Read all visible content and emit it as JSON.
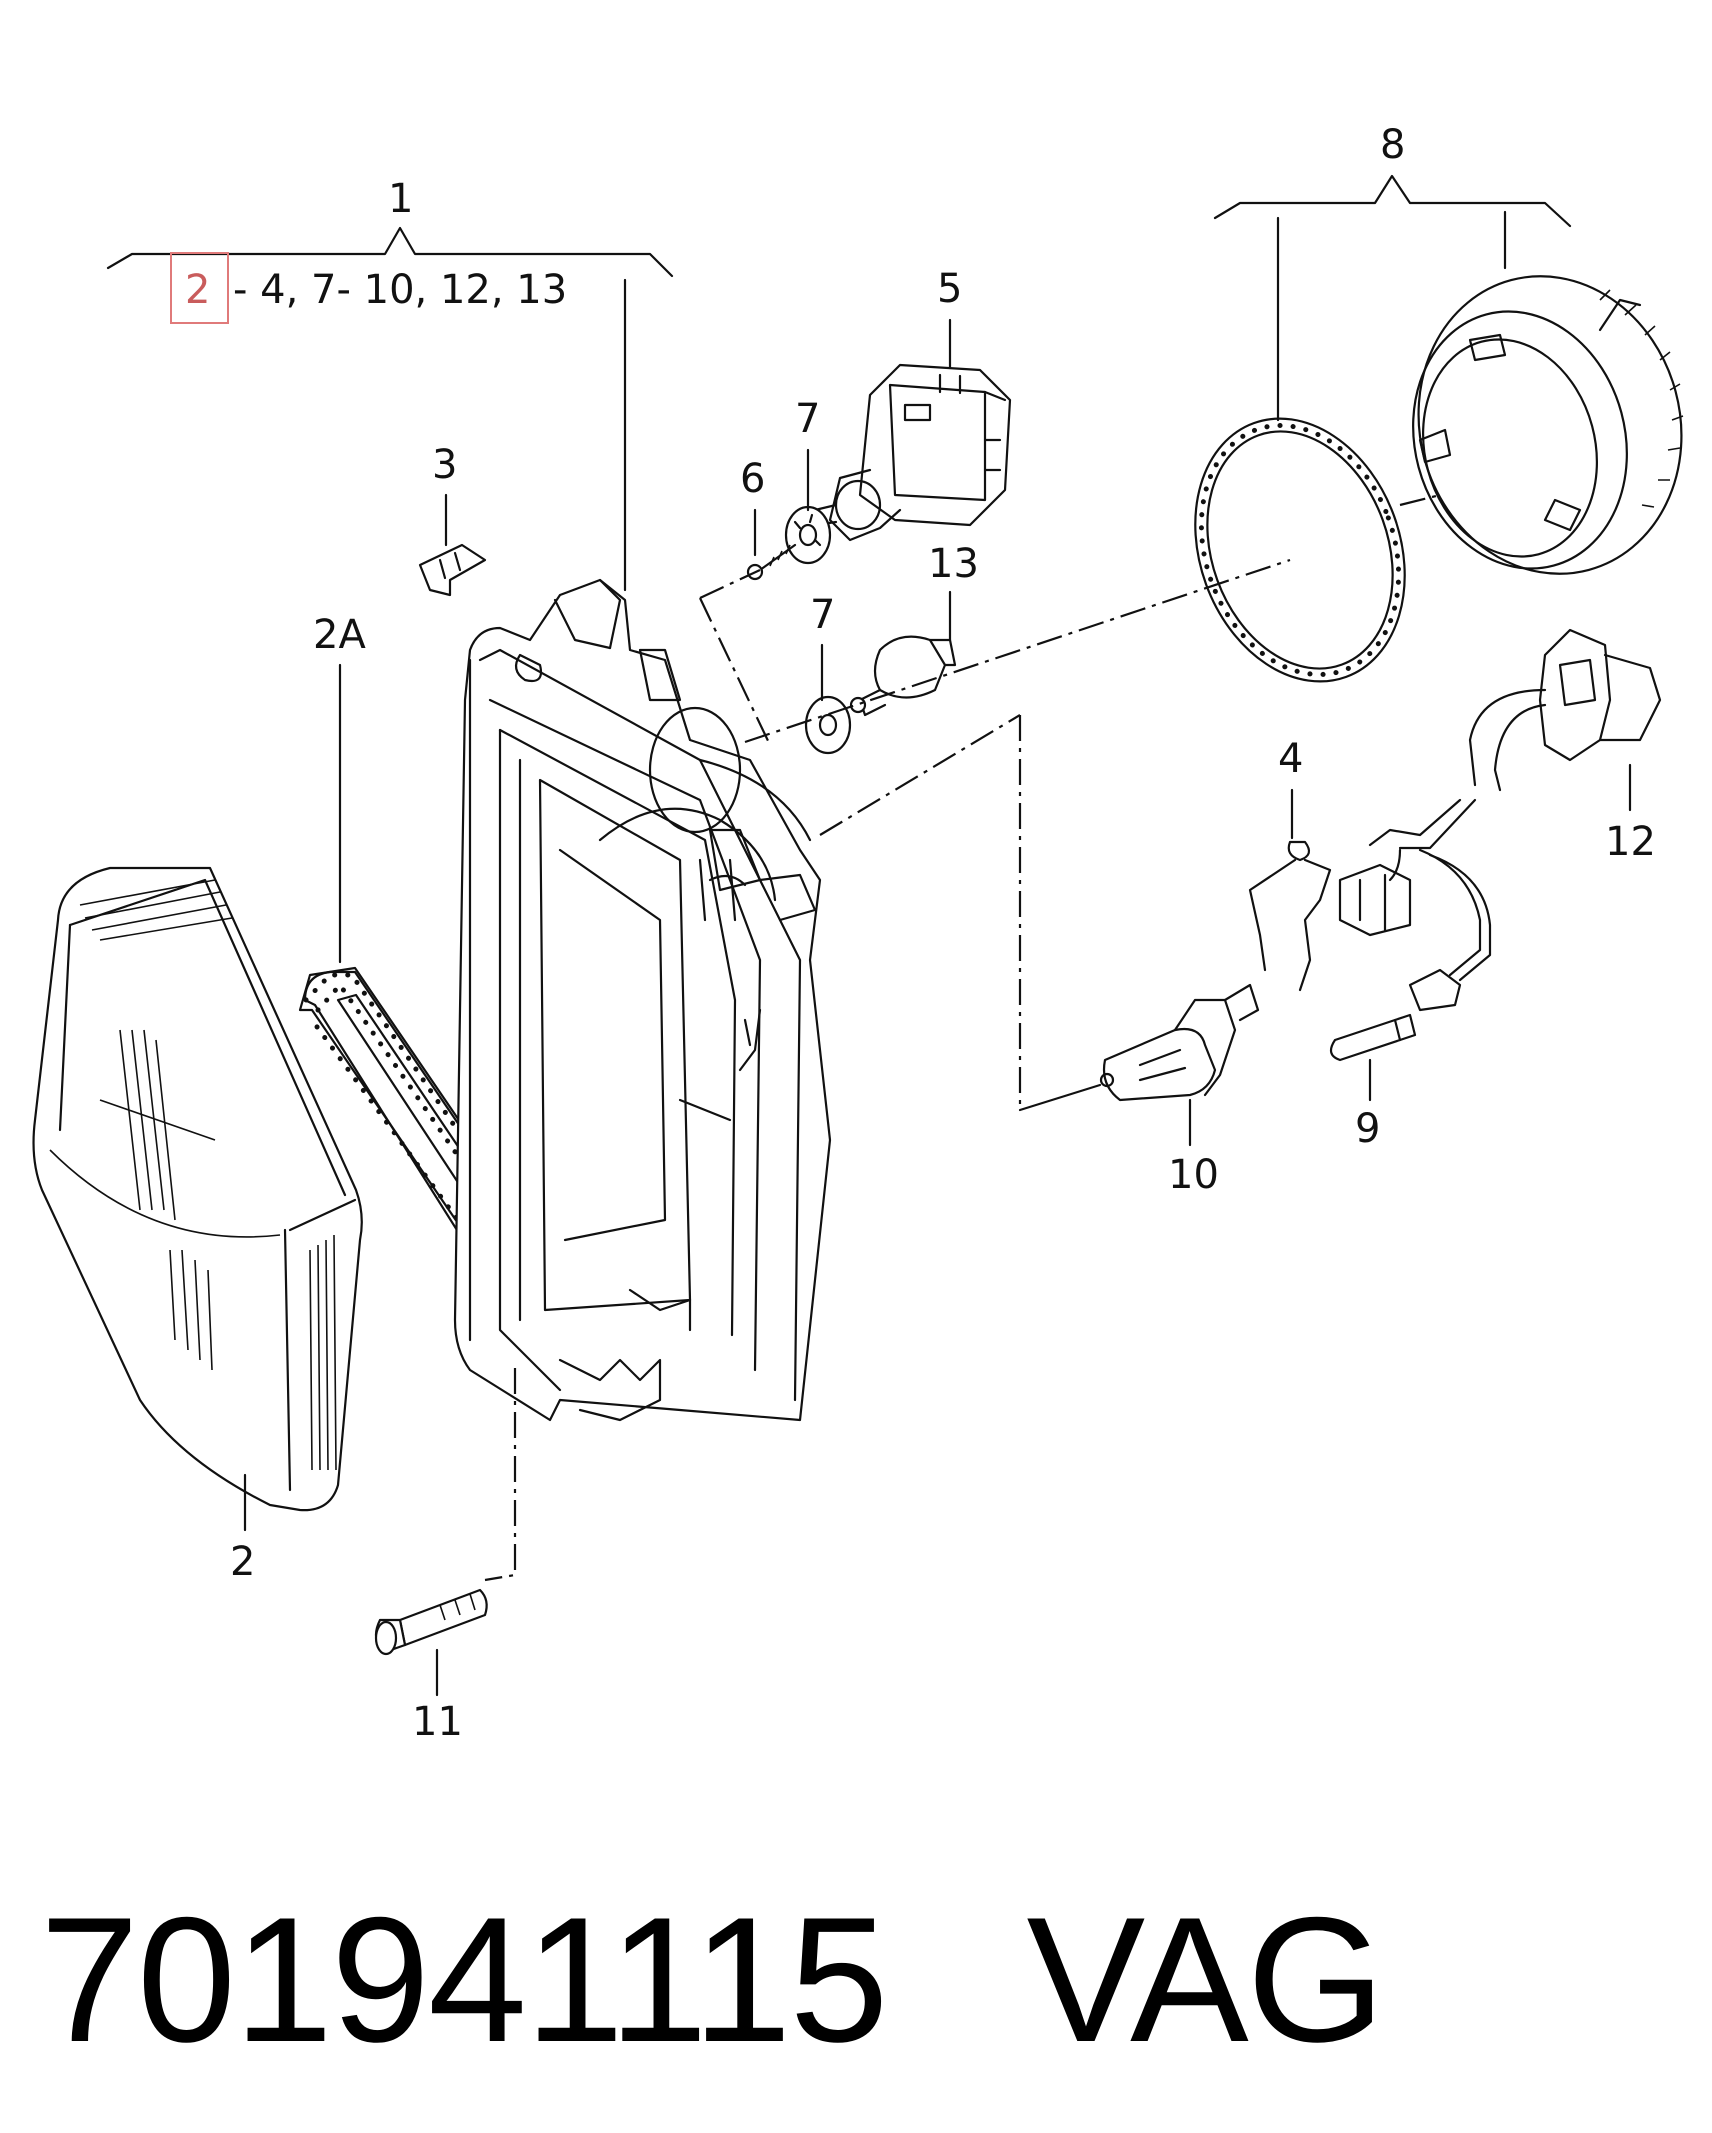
{
  "diagram": {
    "callouts": {
      "c1": "1",
      "c2": "2",
      "c2A": "2A",
      "c3": "3",
      "c4": "4",
      "c5": "5",
      "c6": "6",
      "c7a": "7",
      "c7b": "7",
      "c8": "8",
      "c9": "9",
      "c10": "10",
      "c11": "11",
      "c12": "12",
      "c13": "13"
    },
    "assembly_range": {
      "highlighted": "2",
      "rest": "- 4,  7- 10, 12, 13"
    }
  },
  "footer": {
    "part_number": "701941115",
    "brand": "VAG"
  },
  "colors": {
    "line": "#111111",
    "highlight": "#e07a7a",
    "background": "#ffffff"
  }
}
